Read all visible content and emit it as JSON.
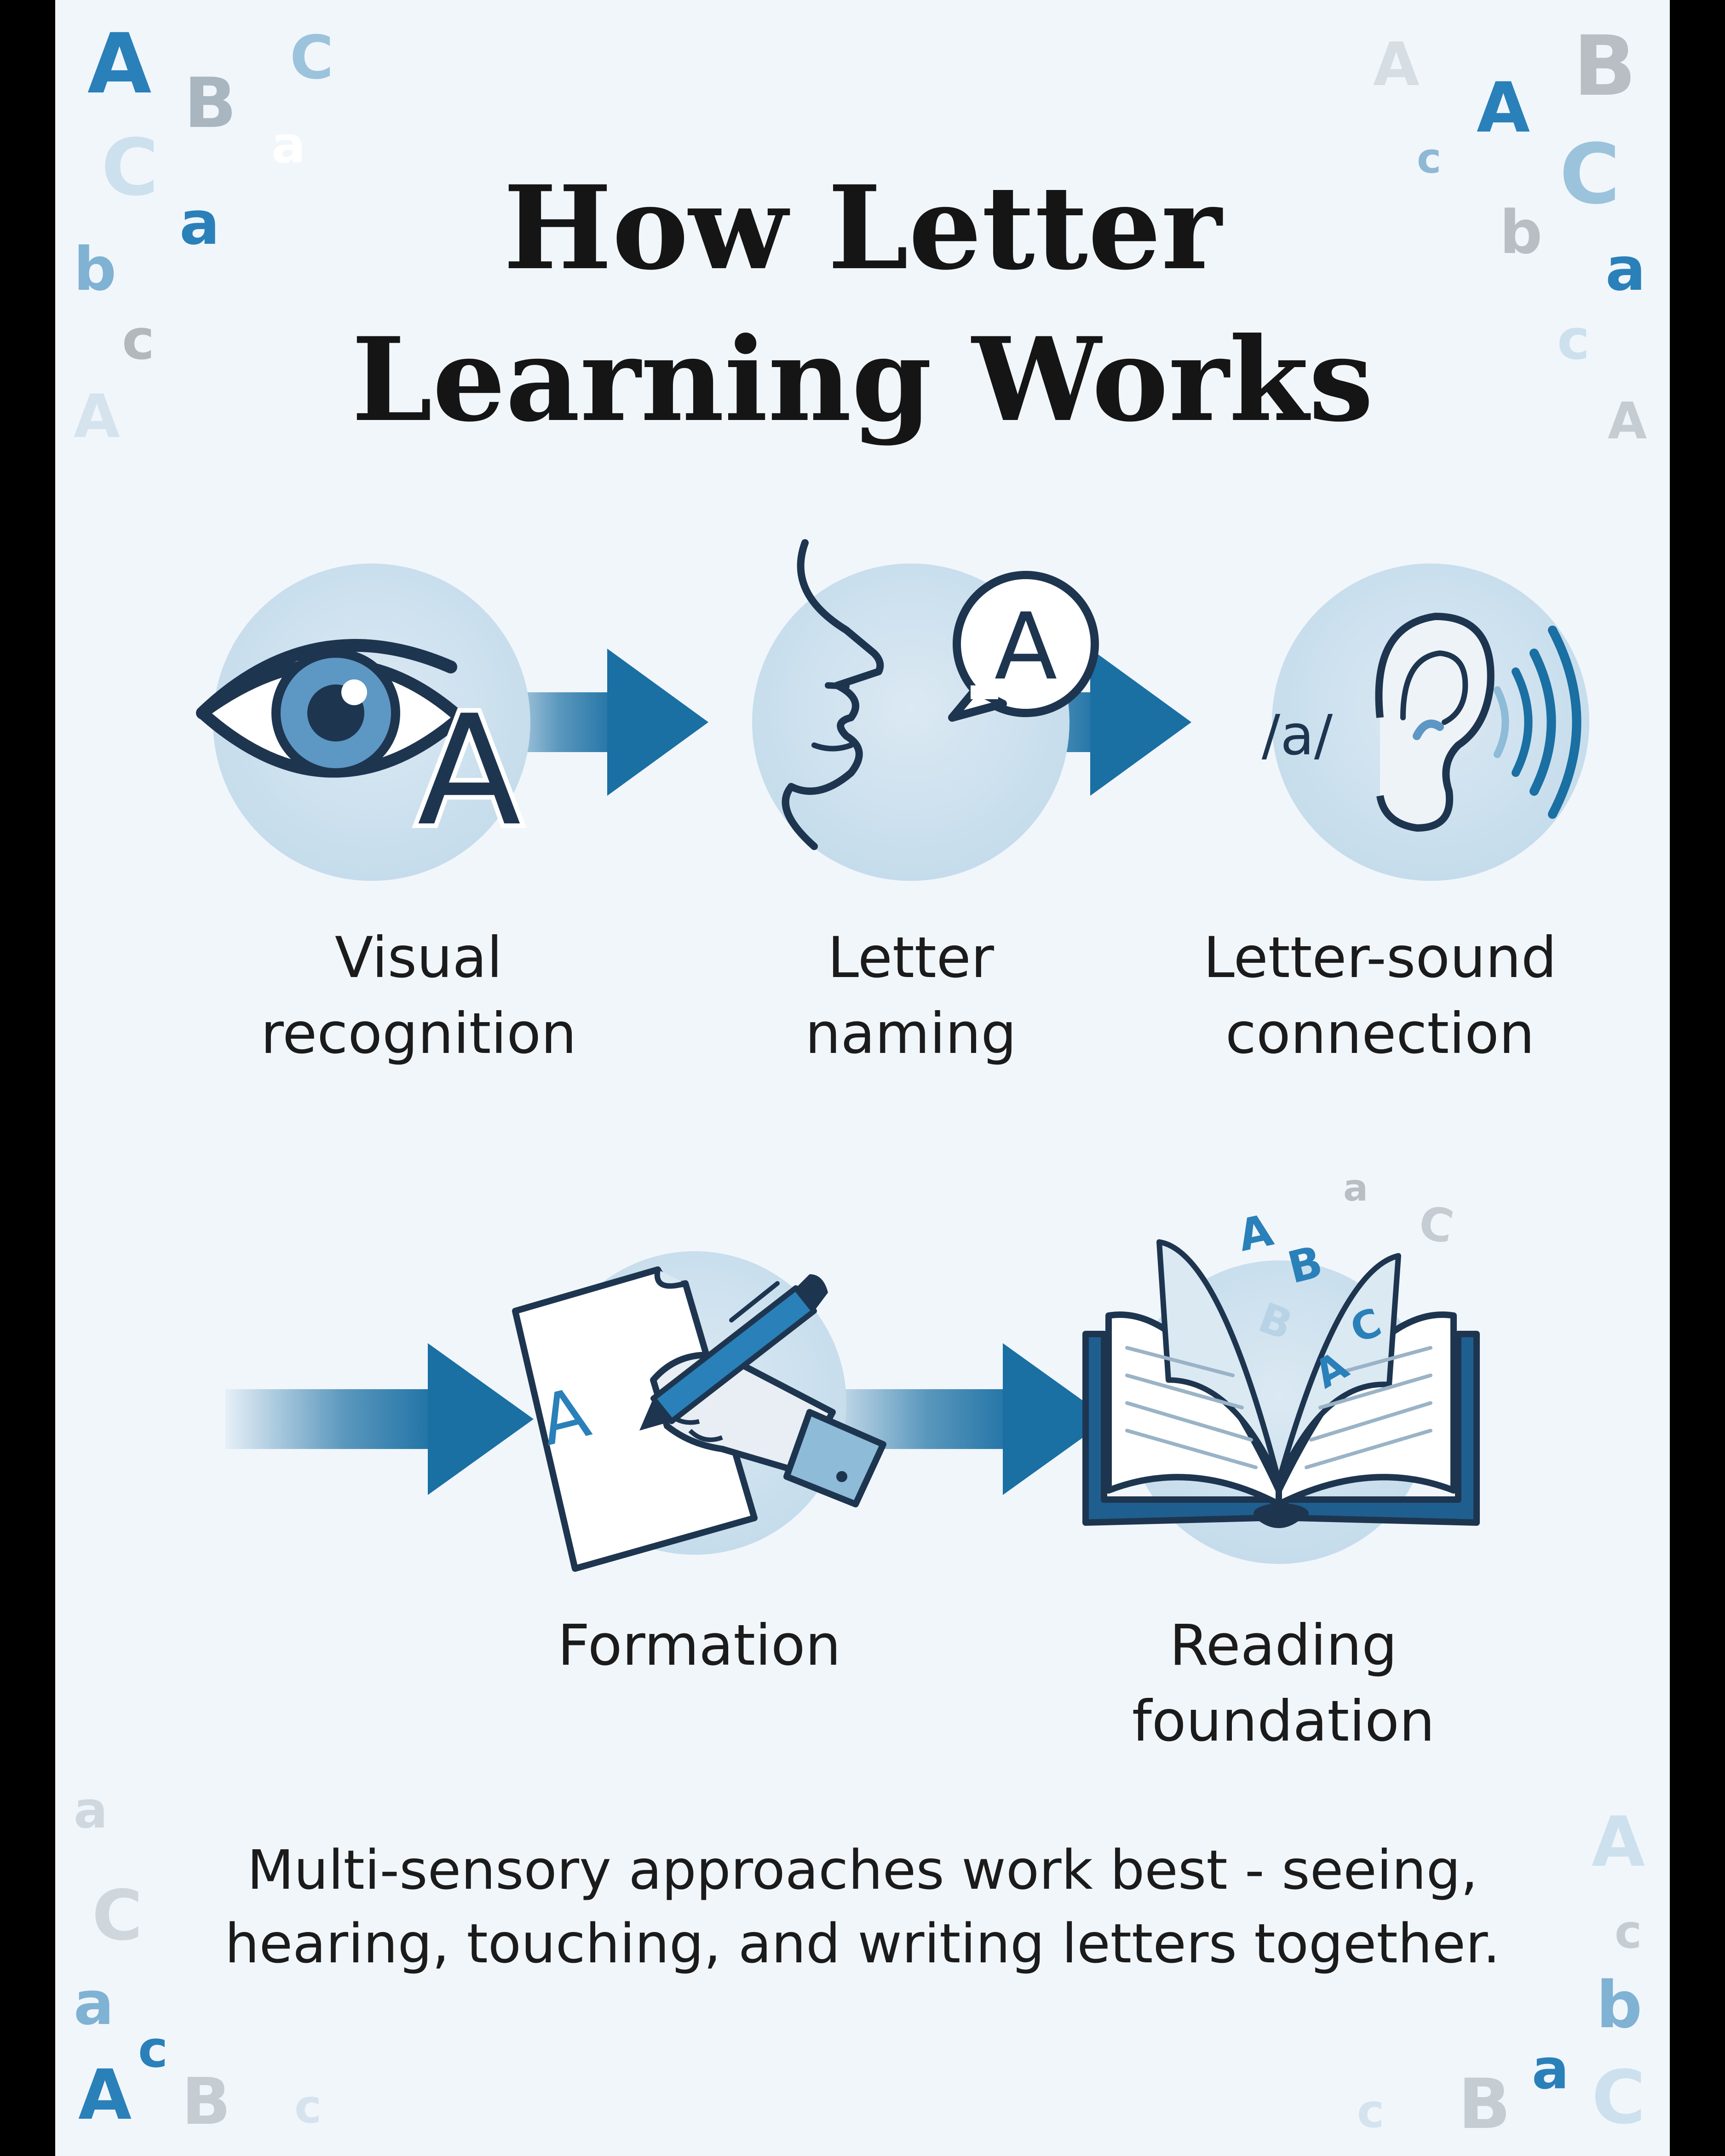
{
  "title": {
    "line1": "How Letter",
    "line2": "Learning Works"
  },
  "steps": [
    {
      "id": "visual",
      "line1": "Visual",
      "line2": "recognition",
      "icon": "eye-icon",
      "glyph": "A"
    },
    {
      "id": "naming",
      "line1": "Letter",
      "line2": "naming",
      "icon": "speaking-face-icon",
      "glyph": "A"
    },
    {
      "id": "sound",
      "line1": "Letter-sound",
      "line2": "connection",
      "icon": "ear-icon",
      "glyph": "/a/"
    },
    {
      "id": "formation",
      "line1": "Formation",
      "line2": "",
      "icon": "hand-writing-icon",
      "glyph": "A"
    },
    {
      "id": "reading",
      "line1": "Reading",
      "line2": "foundation",
      "icon": "open-book-icon",
      "glyph": "A B B C A a C"
    }
  ],
  "footer": {
    "line1": "Multi-sensory approaches work best - seeing,",
    "line2": "hearing, touching, and writing letters together."
  },
  "decorative_letters": [
    "A",
    "B",
    "C",
    "a",
    "C",
    "a",
    "b",
    "c",
    "A",
    "A",
    "A",
    "B",
    "c",
    "C",
    "b",
    "a",
    "c",
    "A",
    "a",
    "C",
    "a",
    "A",
    "c",
    "B",
    "c",
    "A",
    "c",
    "b",
    "a",
    "c",
    "B",
    "C"
  ],
  "colors": {
    "background": "#f1f6fb",
    "accent_blue": "#1a6fa3",
    "dark_navy": "#1e3550",
    "circle_blue": "#cbe0ee",
    "text": "#151515"
  }
}
